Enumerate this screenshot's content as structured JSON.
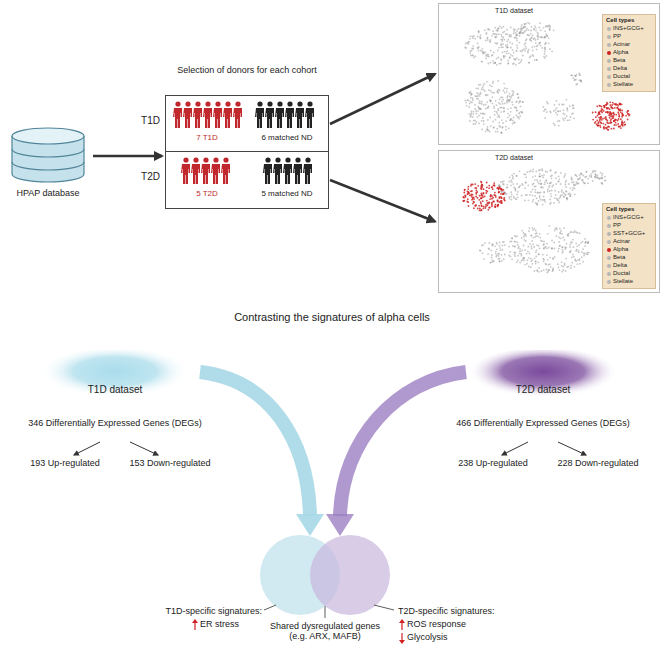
{
  "diagram": {
    "nodes": [
      {
        "text": [
          "HPAP database"
        ]
      },
      {
        "text": [
          "Selection of donors for each cohort"
        ]
      },
      {
        "text": [
          "T1D",
          "7 T1D",
          "6 matched ND"
        ],
        "in": 1
      },
      {
        "text": [
          "T2D",
          "5 T2D",
          "5 matched ND"
        ],
        "in": 1
      },
      {
        "text": [
          "T1D dataset"
        ]
      },
      {
        "text": [
          "Cell types",
          "INS+GCG+",
          "PP",
          "Acinar",
          "Alpha",
          "Beta",
          "Delta",
          "Ductal",
          "Stellate"
        ],
        "in": 4
      },
      {
        "text": [
          "T2D dataset"
        ]
      },
      {
        "text": [
          "Cell types",
          "INS+GCG+",
          "PP",
          "SST+GCG+",
          "Acinar",
          "Alpha",
          "Beta",
          "Delta",
          "Ductal",
          "Stellate"
        ],
        "in": 6
      },
      {
        "text": [
          "T1D dataset"
        ]
      },
      {
        "text": [
          "T2D dataset"
        ]
      }
    ],
    "edges": [
      {
        "from": 0,
        "to": 1,
        "arrow": "to"
      },
      {
        "from": 2,
        "to": 4,
        "arrow": "to"
      },
      {
        "from": 3,
        "to": 6,
        "arrow": "to"
      }
    ],
    "labels": [
      "Contrasting the signatures of alpha cells",
      "346 Differentially Expressed Genes (DEGs)",
      "193 Up-regulated",
      "153 Down-regulated",
      "466 Differentially Expressed Genes (DEGs)",
      "238 Up-regulated",
      "228 Down-regulated",
      "T1D-specific signatures:",
      "ER stress",
      "Shared dysregulated genes (e.g. ARX, MAFB)",
      "T2D-specific signatures:",
      "ROS response",
      "Glycolysis"
    ]
  }
}
